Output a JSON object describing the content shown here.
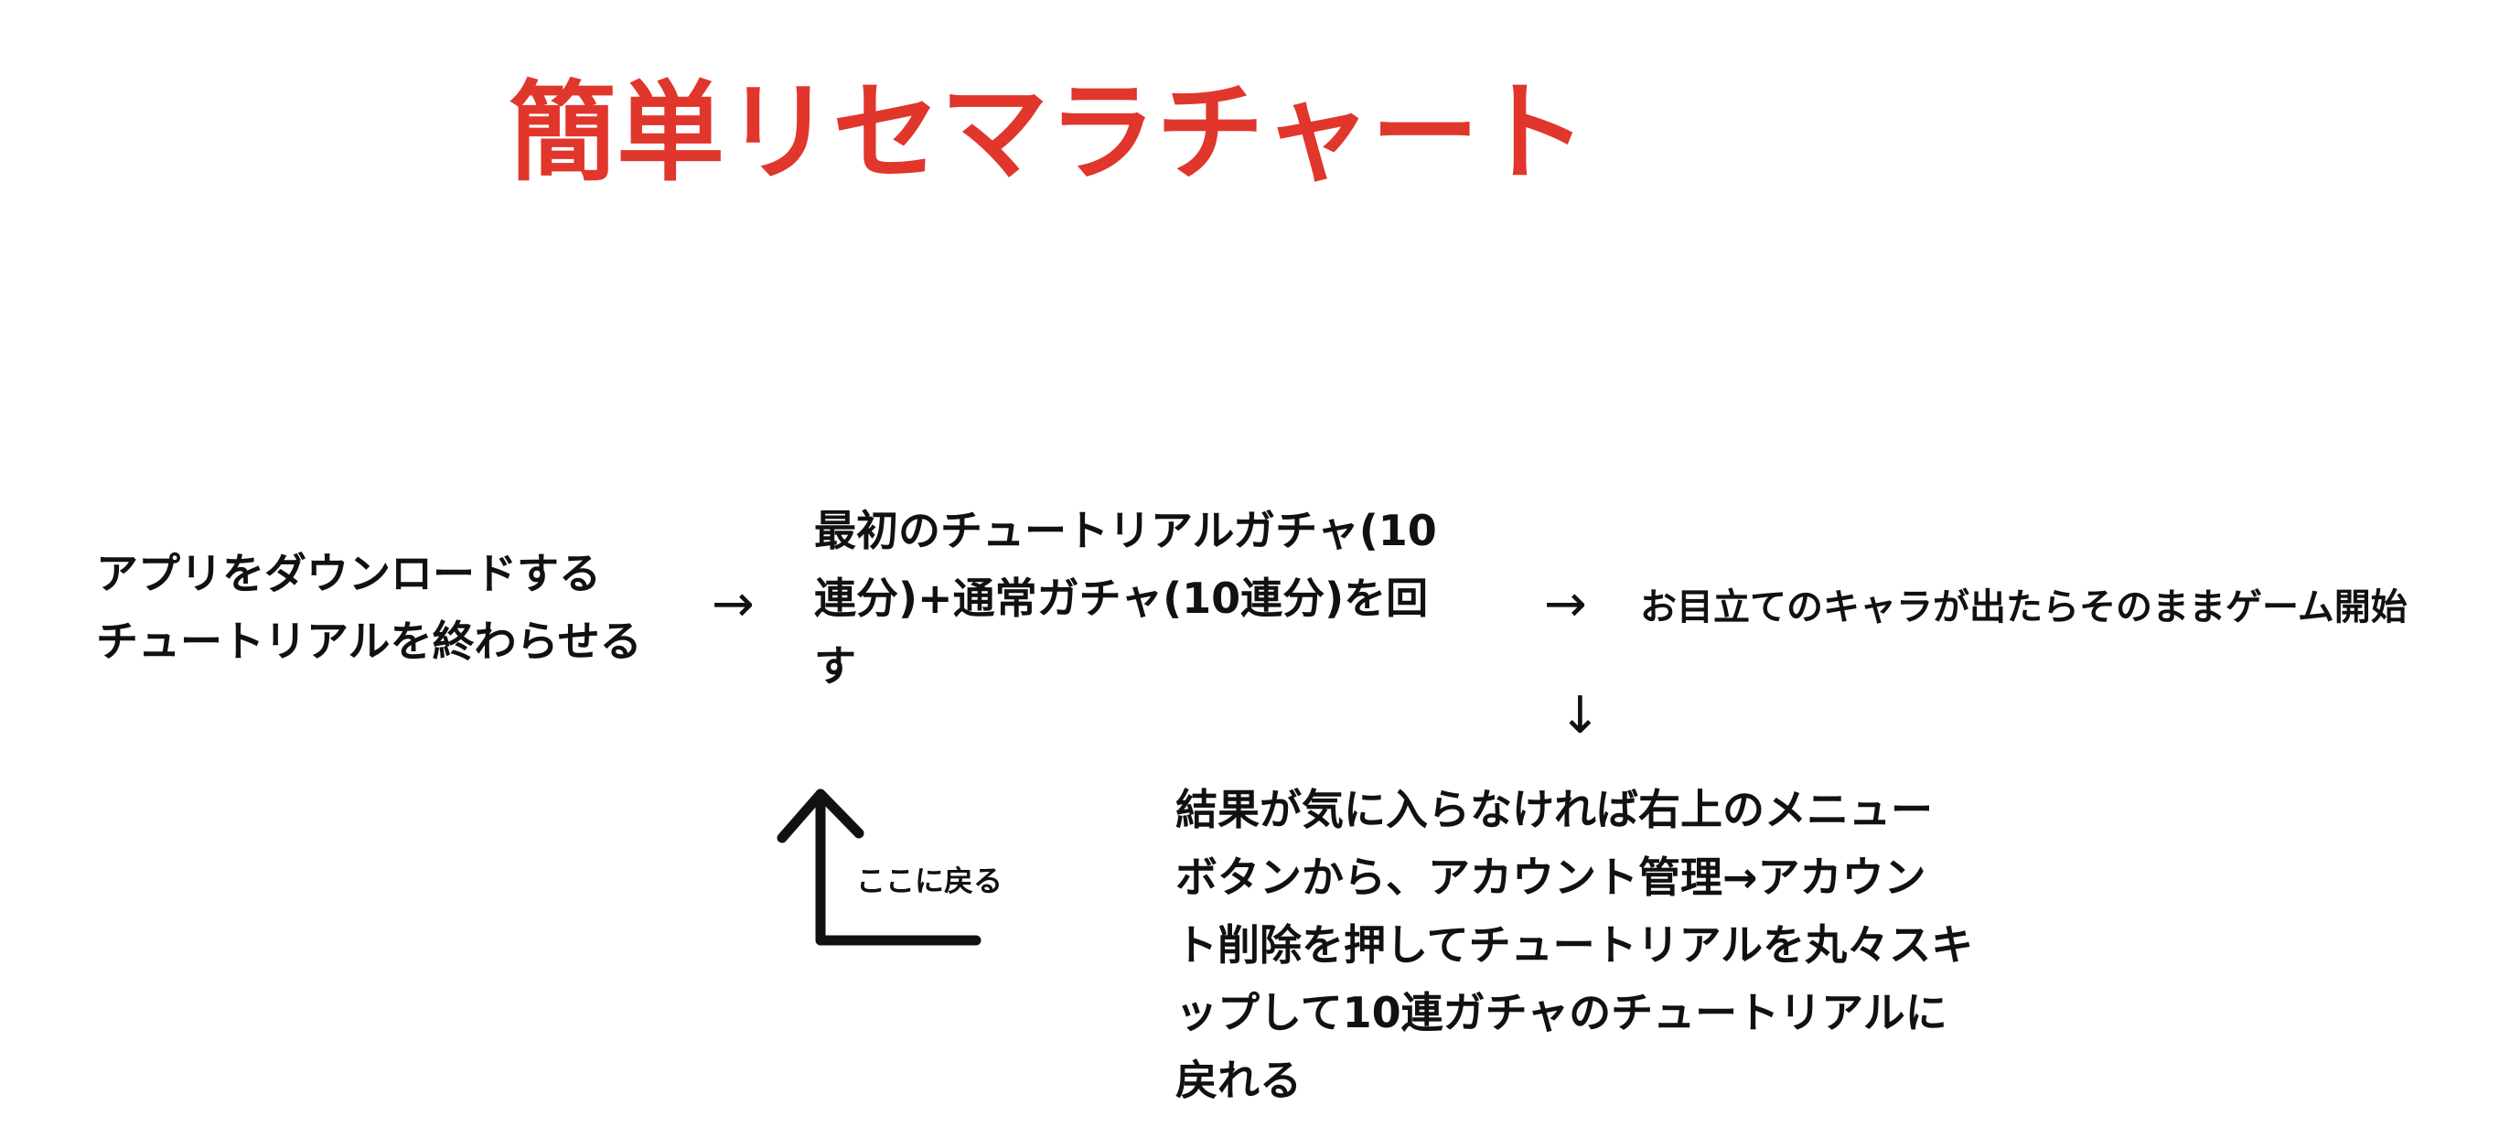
{
  "title": {
    "text": "簡単リセマラチャート",
    "color": "#e0362c"
  },
  "steps": {
    "download": {
      "lines": [
        "アプリをダウンロードする",
        "チュートリアルを終わらせる"
      ]
    },
    "gacha": {
      "lines": [
        "最初のチュートリアルガチャ(10",
        "連分)+通常ガチャ(10連分)を回",
        "す"
      ]
    },
    "start": {
      "text": "お目立てのキャラが出たらそのままゲーム開始"
    },
    "retry": {
      "lines": [
        "結果が気に入らなければ右上のメニュー",
        "ボタンから、アカウント管理→アカウン",
        "ト削除を押してチュートリアルを丸々スキ",
        "ップして10連ガチャのチュートリアルに",
        "戻れる"
      ]
    }
  },
  "arrows": {
    "right_glyph": "→",
    "down_glyph": "↓"
  },
  "loop": {
    "label": "ここに戻る",
    "icon": "corner-up-arrow-icon"
  }
}
